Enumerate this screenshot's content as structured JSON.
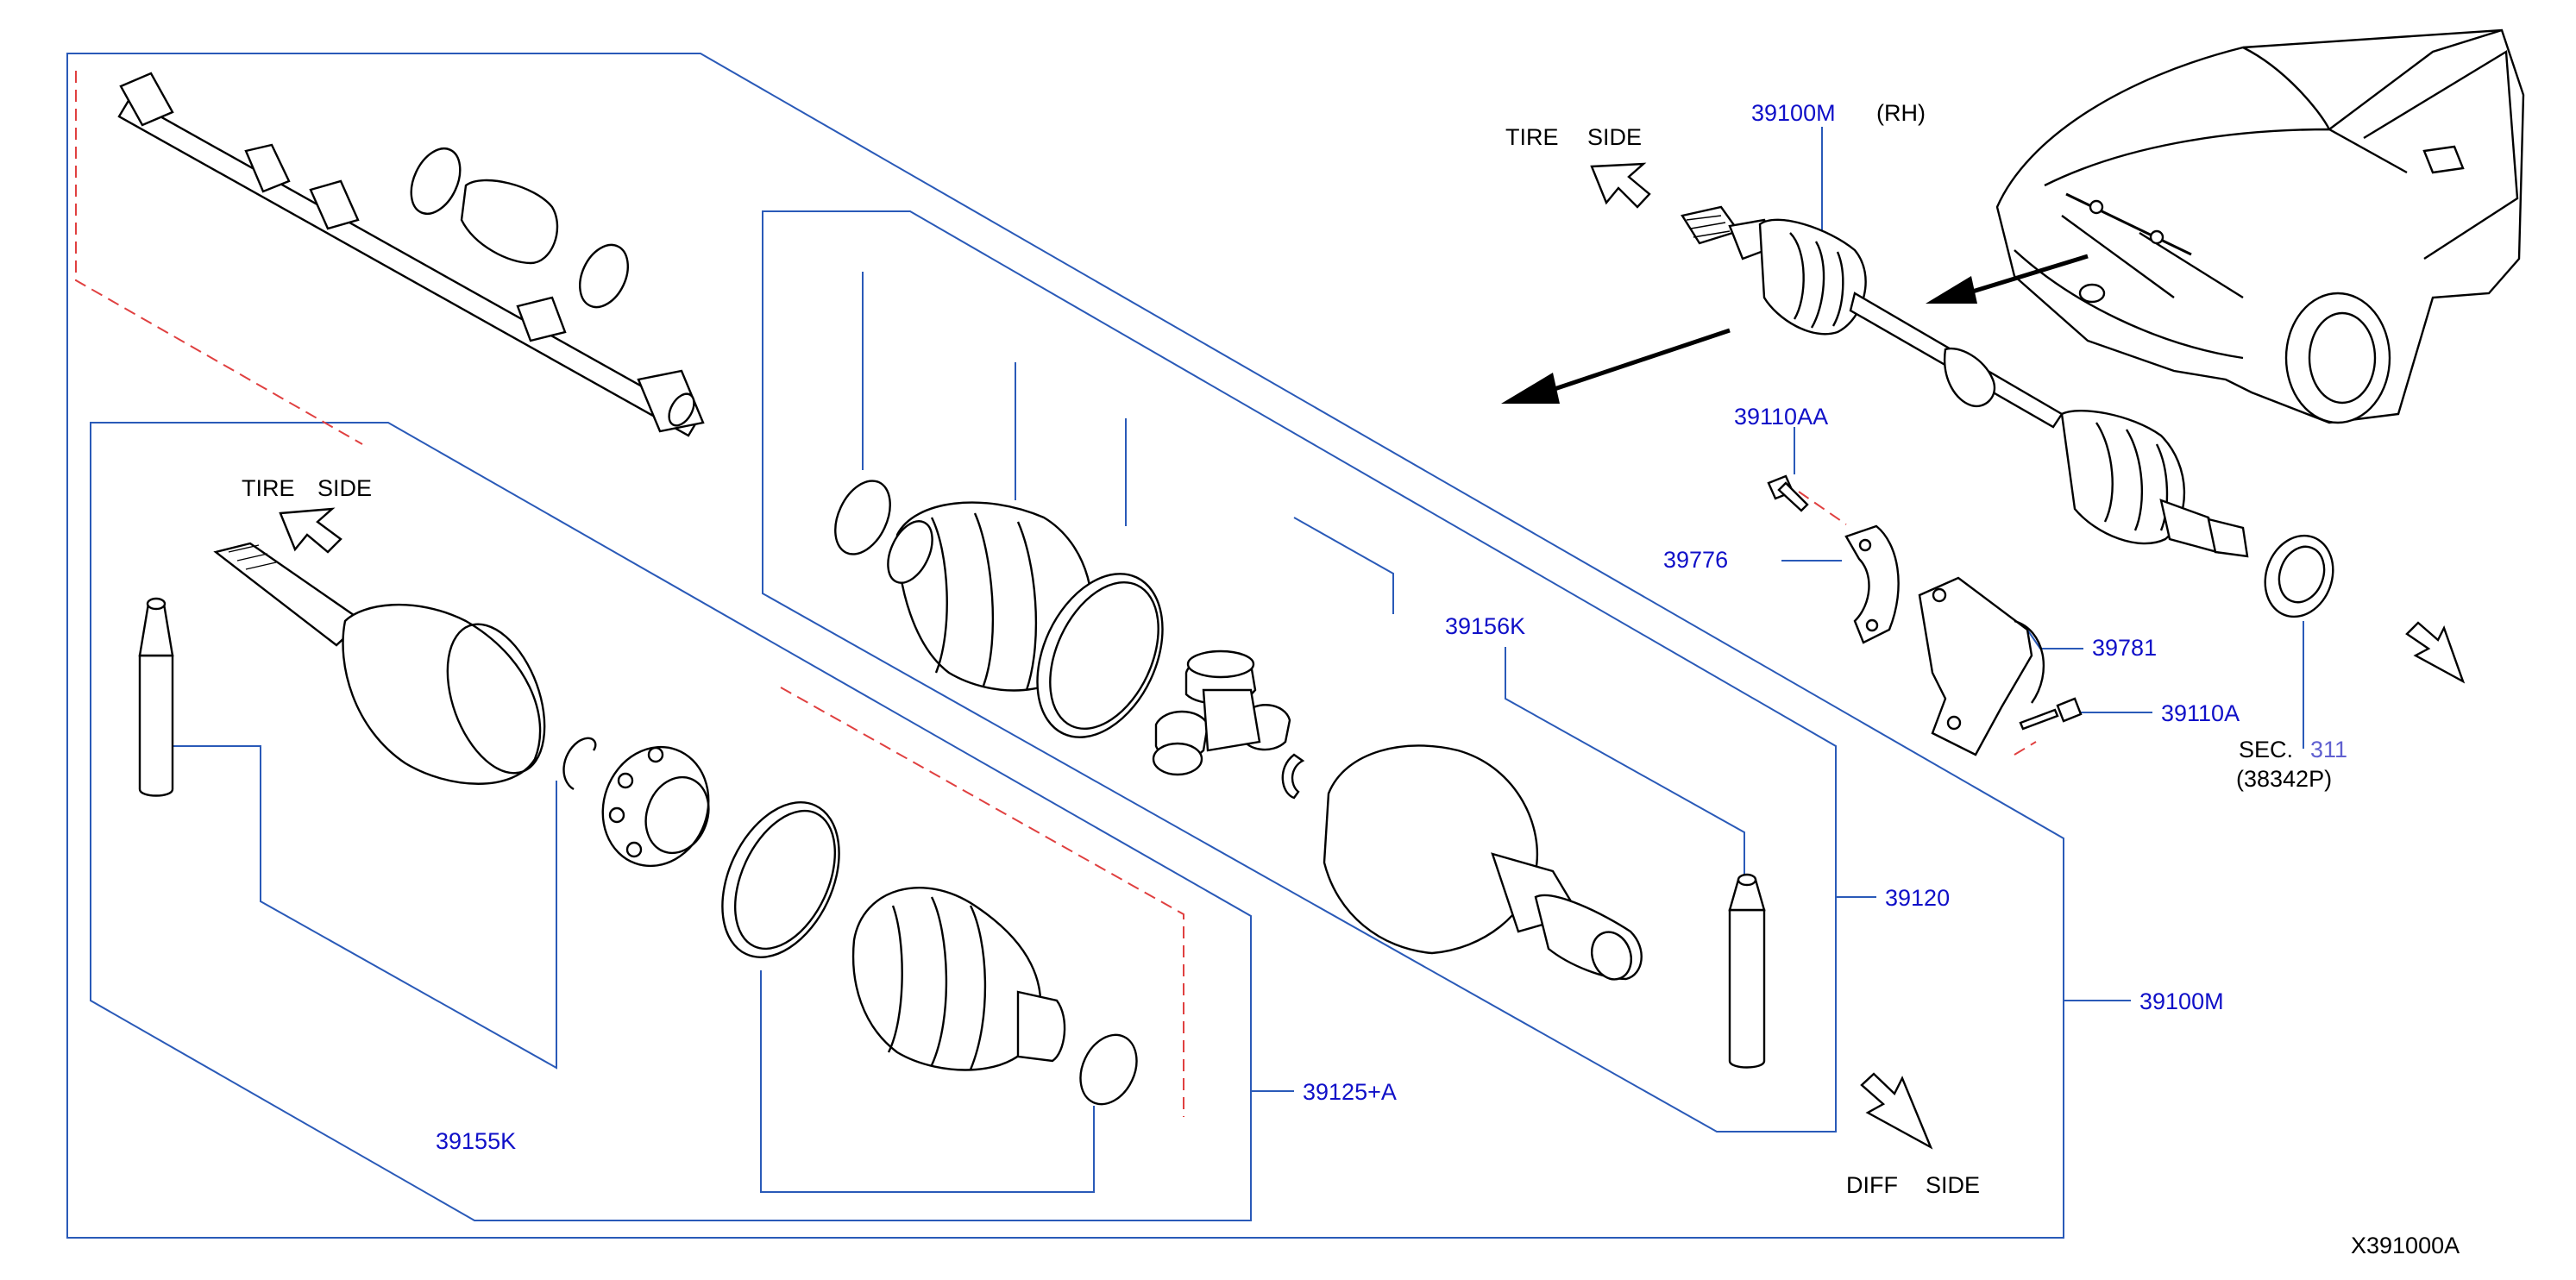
{
  "callouts": {
    "p39100M_rh": "39100M",
    "rh": "(RH)",
    "p39110AA": "39110AA",
    "p39776": "39776",
    "p39781": "39781",
    "p39110A": "39110A",
    "sec": "SEC.",
    "sec_num": "311",
    "sec_ref": "(38342P)",
    "p39156K": "39156K",
    "p39120": "39120",
    "p39100M": "39100M",
    "p39125A": "39125+A",
    "p39155K": "39155K"
  },
  "directions": {
    "tire_side_top": [
      "TIRE",
      "SIDE"
    ],
    "tire_side_left": [
      "TIRE",
      "SIDE"
    ],
    "diff_side": [
      "DIFF",
      "SIDE"
    ]
  },
  "drawing_code": "X391000A",
  "colors": {
    "callout_text": "#1010c8",
    "frame_line": "#2a5ab8",
    "dashed_line": "#e04040"
  }
}
